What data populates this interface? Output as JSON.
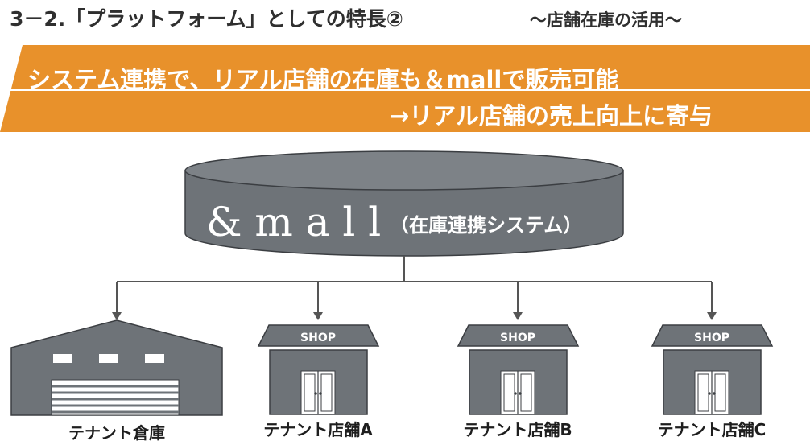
{
  "header": {
    "title": "3－2.「プラットフォーム」としての特長②",
    "subtitle": "～店舗在庫の活用～"
  },
  "banner": {
    "line1": "システム連携で、リアル店舗の在庫も＆mallで販売可能",
    "line2": "→リアル店舗の売上向上に寄与",
    "color": "#E8912B"
  },
  "system": {
    "name": "& m a l l",
    "subname": "（在庫連携システム）",
    "color": "#6E7378"
  },
  "nodes": {
    "warehouse_label": "テナント倉庫",
    "shop_sign": "SHOP",
    "shop_a_label": "テナント店舗A",
    "shop_b_label": "テナント店舗B",
    "shop_c_label": "テナント店舗C",
    "building_color": "#6E7378"
  }
}
